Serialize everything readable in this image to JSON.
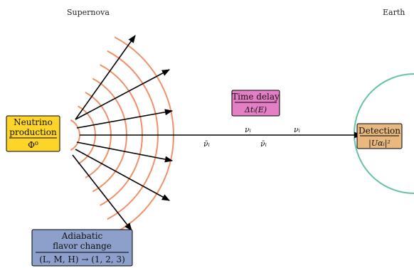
{
  "labels": {
    "supernova": "Supernova",
    "earth": "Earth"
  },
  "boxes": {
    "production": {
      "lines": [
        "Neutrino",
        "production"
      ],
      "formula": "Φ⁰",
      "fill": "#FDD52A"
    },
    "time_delay": {
      "lines": [
        "Time delay"
      ],
      "formula": "Δtᵢ(E)",
      "fill": "#E57FC5"
    },
    "detection": {
      "lines": [
        "Detection"
      ],
      "formula": "|Uαᵢ|²",
      "fill": "#E8B87F"
    },
    "flavor_change": {
      "lines": [
        "Adiabatic",
        "flavor change"
      ],
      "formula": "(L, M, H) → (1, 2, 3)",
      "fill": "#8DA0CB"
    }
  },
  "beam_labels": {
    "nu_1": "νᵢ",
    "nu_2": "νᵢ",
    "nubar_1": "ν̄ᵢ",
    "nubar_2": "ν̄ᵢ"
  },
  "colors": {
    "wavefront": "#F0916A",
    "earth": "#66C2A5",
    "arrow": "#000000"
  }
}
